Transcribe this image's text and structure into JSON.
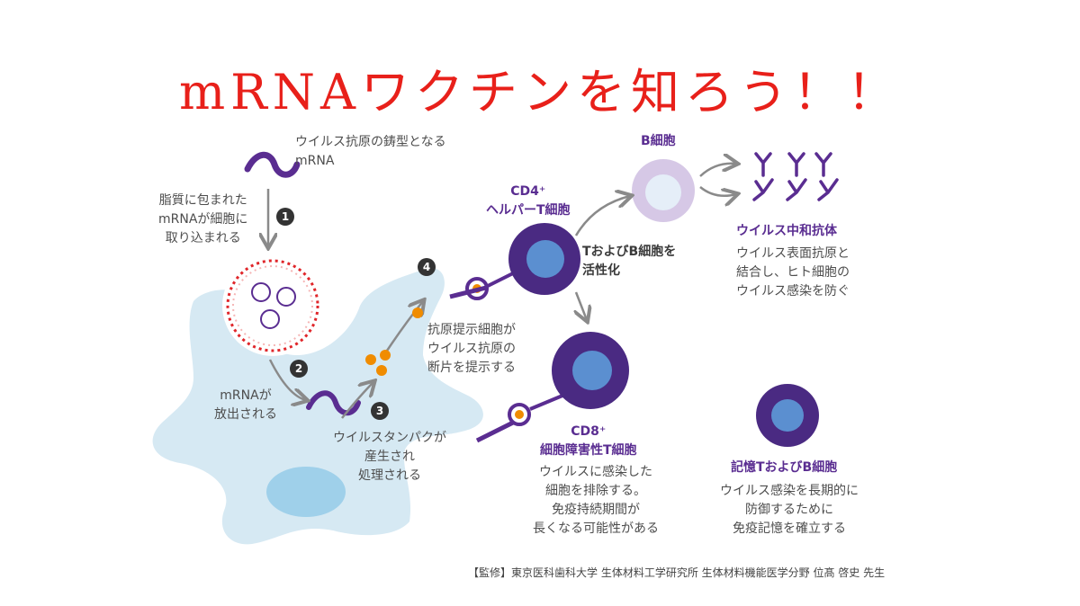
{
  "title": "mRNAワクチンを知ろう！！",
  "labels": {
    "mrna_template": [
      "ウイルス抗原の鋳型となる",
      "mRNA"
    ],
    "lipid": [
      "脂質に包まれた",
      "mRNAが細胞に",
      "取り込まれる"
    ],
    "released": [
      "mRNAが",
      "放出される"
    ],
    "protein": [
      "ウイルスタンパクが",
      "産生され",
      "処理される"
    ],
    "apc": [
      "抗原提示細胞が",
      "ウイルス抗原の",
      "断片を提示する"
    ],
    "cd4_title": [
      "CD4⁺",
      "ヘルパーT細胞"
    ],
    "activate": [
      "TおよびB細胞を",
      "活性化"
    ],
    "bcell": "B細胞",
    "antibody_title": "ウイルス中和抗体",
    "antibody_desc": [
      "ウイルス表面抗原と",
      "結合し、ヒト細胞の",
      "ウイルス感染を防ぐ"
    ],
    "cd8_title": [
      "CD8⁺",
      "細胞障害性T細胞"
    ],
    "cd8_desc": [
      "ウイルスに感染した",
      "細胞を排除する。",
      "免疫持続期間が",
      "長くなる可能性がある"
    ],
    "memory_title": "記憶TおよびB細胞",
    "memory_desc": [
      "ウイルス感染を長期的に",
      "防御するために",
      "免疫記憶を確立する"
    ]
  },
  "steps": [
    "1",
    "2",
    "3",
    "4"
  ],
  "credit": "【監修】東京医科歯科大学 生体材料工学研究所 生体材料機能医学分野 位髙 啓史 先生",
  "colors": {
    "title": "#e8201a",
    "purple": "#5a2d91",
    "cell": "#d6e9f3",
    "orange": "#f08c00"
  }
}
